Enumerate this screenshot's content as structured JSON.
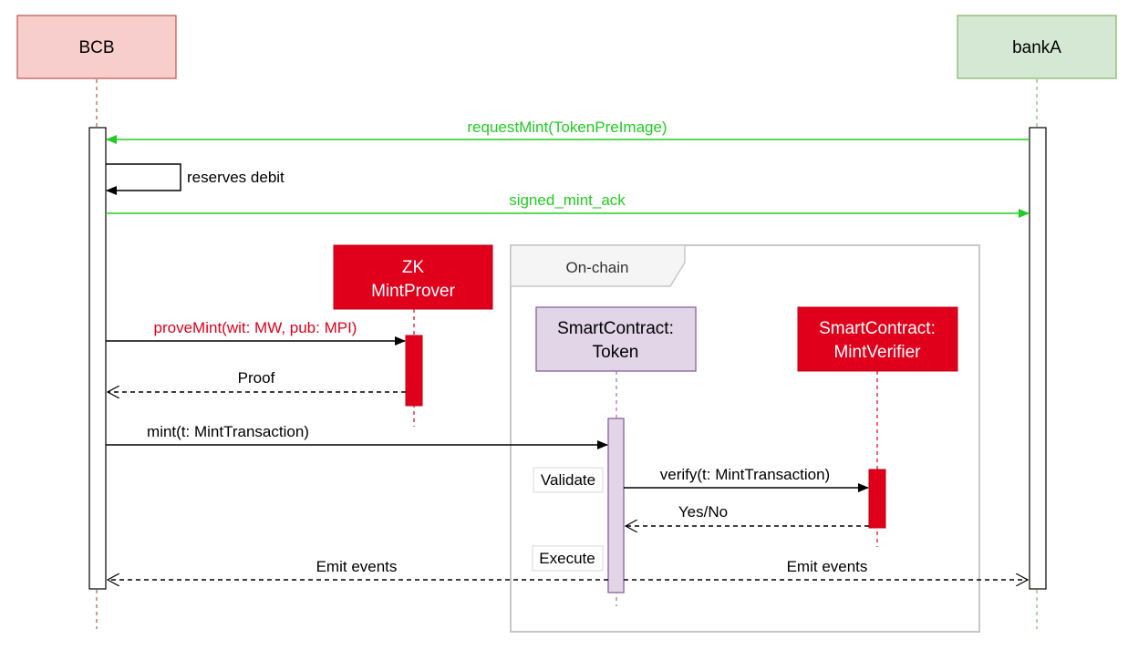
{
  "participants": {
    "bcb": {
      "label": "BCB",
      "fill": "#f8cecc",
      "stroke": "#b85450",
      "lifeline": "#b85450"
    },
    "banka": {
      "label": "bankA",
      "fill": "#d5e8d4",
      "stroke": "#82b366",
      "lifeline": "#82b366"
    },
    "zk": {
      "line1": "ZK",
      "line2": "MintProver",
      "fill": "#e0001b",
      "text_color": "#ffffff"
    },
    "token": {
      "line1": "SmartContract:",
      "line2": "Token",
      "fill": "#e1d5e7",
      "stroke": "#9673a6"
    },
    "verifier": {
      "line1": "SmartContract:",
      "line2": "MintVerifier",
      "fill": "#e0001b",
      "text_color": "#ffffff"
    }
  },
  "frame": {
    "label": "On-chain",
    "stroke": "#c8c8c8"
  },
  "messages": {
    "request_mint": {
      "label": "requestMint(TokenPreImage)",
      "color": "#22cc22"
    },
    "reserves_debit": {
      "label": "reserves debit"
    },
    "signed_mint_ack": {
      "label": "signed_mint_ack",
      "color": "#22cc22"
    },
    "prove_mint": {
      "label": "proveMint(wit: MW, pub: MPI)",
      "color": "#e0001b"
    },
    "proof": {
      "label": "Proof"
    },
    "mint": {
      "label": "mint(t: MintTransaction)"
    },
    "verify": {
      "label": "verify(t: MintTransaction)"
    },
    "yes_no": {
      "label": "Yes/No"
    },
    "emit_events_left": {
      "label": "Emit events"
    },
    "emit_events_right": {
      "label": "Emit events"
    }
  },
  "notes": {
    "validate": "Validate",
    "execute": "Execute"
  }
}
